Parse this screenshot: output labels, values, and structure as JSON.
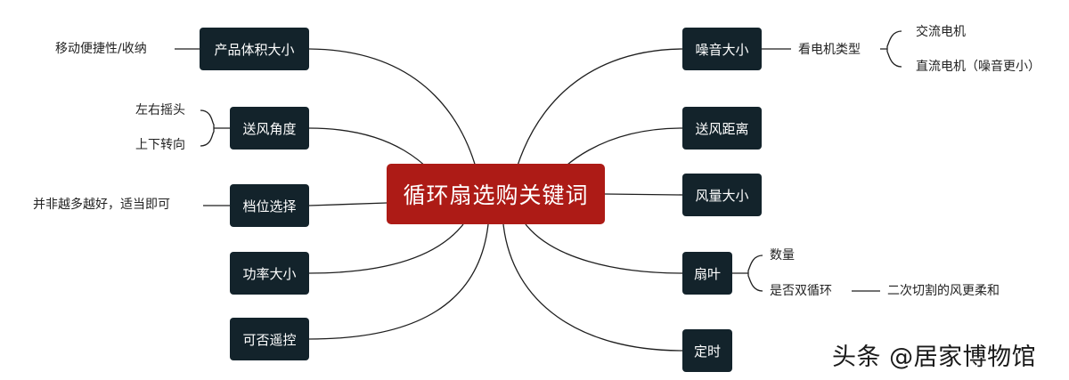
{
  "central": {
    "label": "循环扇选购关键词"
  },
  "left_topics": [
    {
      "label": "产品体积大小",
      "details": [
        "移动便捷性/收纳"
      ]
    },
    {
      "label": "送风角度",
      "details": [
        "左右摇头",
        "上下转向"
      ]
    },
    {
      "label": "档位选择",
      "details": [
        "并非越多越好，适当即可"
      ]
    },
    {
      "label": "功率大小",
      "details": []
    },
    {
      "label": "可否遥控",
      "details": []
    }
  ],
  "right_topics": [
    {
      "label": "噪音大小",
      "detail": "看电机类型",
      "subdetails": [
        "交流电机",
        "直流电机（噪音更小）"
      ]
    },
    {
      "label": "送风距离"
    },
    {
      "label": "风量大小"
    },
    {
      "label": "扇叶",
      "details": [
        "数量",
        "是否双循环"
      ],
      "note": "二次切割的风更柔和"
    },
    {
      "label": "定时"
    }
  ],
  "watermark": "头条 @居家博物馆",
  "colors": {
    "node_bg": "#13232b",
    "central_bg": "#ad1b16",
    "line": "#1f1f1f",
    "text": "#222222"
  }
}
